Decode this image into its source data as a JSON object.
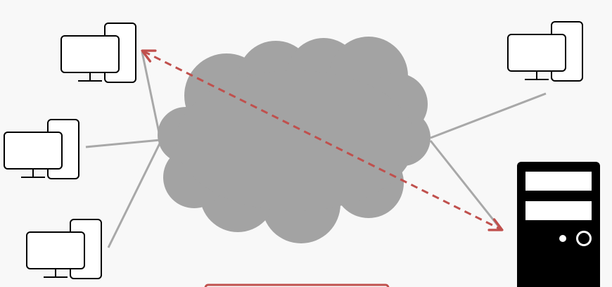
{
  "diagram": {
    "nodes": [
      {
        "id": "computer-top-left",
        "icon": "desktop-computer-icon"
      },
      {
        "id": "computer-middle-left",
        "icon": "desktop-computer-icon"
      },
      {
        "id": "computer-bottom-left",
        "icon": "desktop-computer-icon"
      },
      {
        "id": "computer-top-right",
        "icon": "desktop-computer-icon"
      },
      {
        "id": "server-bottom-right",
        "icon": "server-tower-icon"
      },
      {
        "id": "network-cloud",
        "icon": "cloud-icon"
      }
    ],
    "links": [
      {
        "from": "computer-top-left",
        "to": "network-cloud",
        "style": "solid"
      },
      {
        "from": "computer-middle-left",
        "to": "network-cloud",
        "style": "solid"
      },
      {
        "from": "computer-bottom-left",
        "to": "network-cloud",
        "style": "solid"
      },
      {
        "from": "network-cloud",
        "to": "computer-top-right",
        "style": "solid"
      },
      {
        "from": "network-cloud",
        "to": "server-bottom-right",
        "style": "solid"
      },
      {
        "from": "computer-top-left",
        "to": "server-bottom-right",
        "style": "dashed",
        "arrows": "both"
      }
    ],
    "colors": {
      "background": "#f8f8f8",
      "cloud": "#a3a3a3",
      "link": "#a8a8a8",
      "dashed_arrow": "#c0504d",
      "device_outline": "#000000",
      "server_body": "#000000",
      "server_detail": "#ffffff"
    }
  }
}
